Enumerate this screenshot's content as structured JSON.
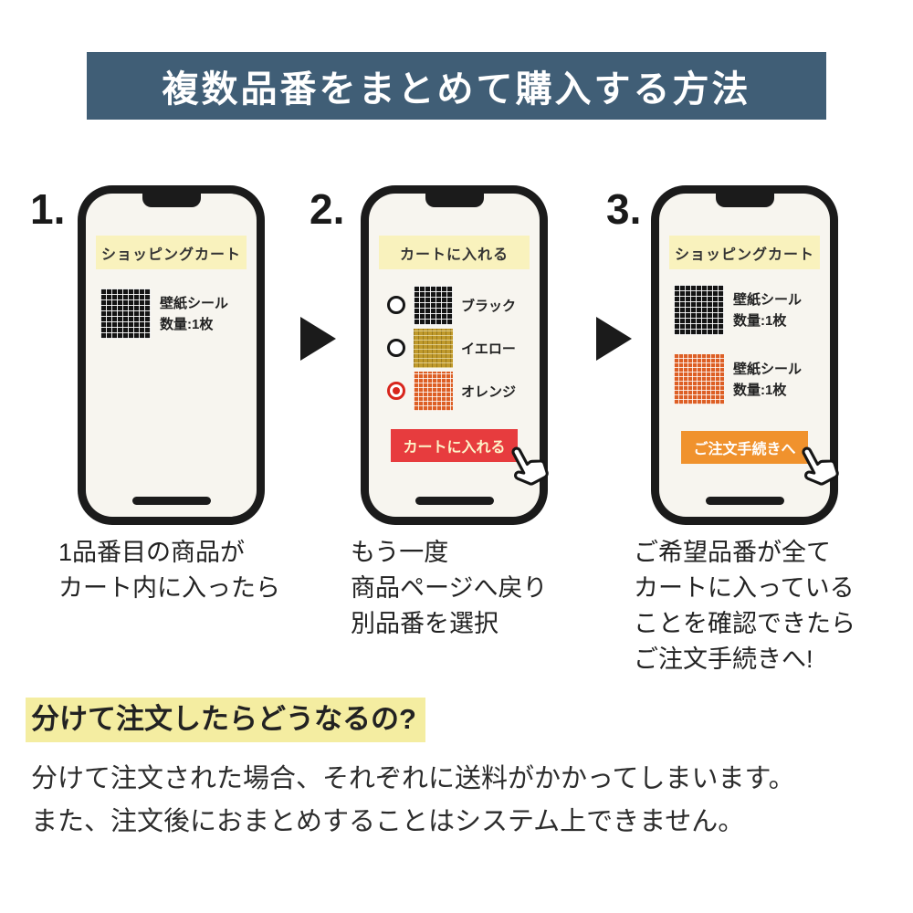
{
  "banner": {
    "title": "複数品番をまとめて購入する方法",
    "bg_color": "#405e76"
  },
  "steps": [
    {
      "number": "1.",
      "phone": {
        "header": "ショッピングカート",
        "items": [
          {
            "swatch": "black",
            "name": "壁紙シール",
            "qty": "数量:1枚"
          }
        ]
      },
      "caption": {
        "line1": "1品番目の商品が",
        "line2": "カート内に入ったら"
      }
    },
    {
      "number": "2.",
      "phone": {
        "header": "カートに入れる",
        "options": [
          {
            "swatch": "black",
            "label": "ブラック",
            "selected": false
          },
          {
            "swatch": "yellow",
            "label": "イエロー",
            "selected": false
          },
          {
            "swatch": "orange",
            "label": "オレンジ",
            "selected": true
          }
        ],
        "button": {
          "label": "カートに入れる",
          "bg_color": "#e73c3e",
          "text_color": "#fdf4c9"
        }
      },
      "caption": {
        "line1": "もう一度",
        "line2": "商品ページへ戻り",
        "line3": "別品番を選択"
      }
    },
    {
      "number": "3.",
      "phone": {
        "header": "ショッピングカート",
        "items": [
          {
            "swatch": "black",
            "name": "壁紙シール",
            "qty": "数量:1枚"
          },
          {
            "swatch": "orange",
            "name": "壁紙シール",
            "qty": "数量:1枚"
          }
        ],
        "button": {
          "label": "ご注文手続きへ",
          "bg_color": "#f0922d",
          "text_color": "#ffffff"
        }
      },
      "caption": {
        "line1": "ご希望品番が全て",
        "line2": "カートに入っている",
        "line3": "ことを確認できたら",
        "line4": "ご注文手続きへ!"
      }
    }
  ],
  "faq": {
    "heading": "分けて注文したらどうなるの?",
    "highlight_color": "#f4eda1",
    "body_line1": "分けて注文された場合、それぞれに送料がかかってしまいます。",
    "body_line2": "また、注文後におまとめすることはシステム上できません。"
  },
  "icons": {
    "arrow": "right-triangle",
    "hand": "pointing-hand-cursor",
    "radio_selected_color": "#d8261d"
  },
  "colors": {
    "phone_body": "#1b1b1b",
    "phone_screen": "#f7f5ef",
    "phone_header_bg": "#f9f2bd",
    "swatch_black": "#141414",
    "swatch_yellow": "#c09a2c",
    "swatch_orange": "#dd5f25"
  }
}
